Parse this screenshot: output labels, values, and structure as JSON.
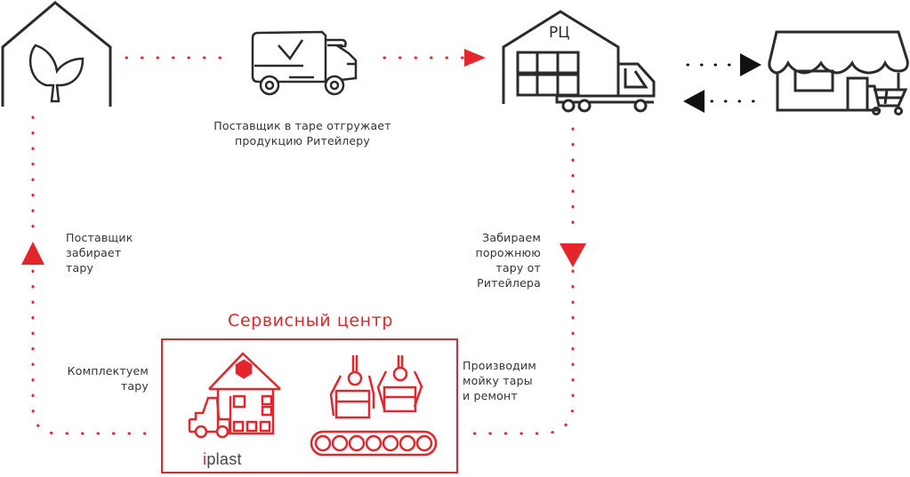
{
  "colors": {
    "accent": "#e3262b",
    "ink": "#2b2b2b",
    "text": "#333333"
  },
  "nodes": {
    "supplier": {
      "icon": "greenhouse-leaf-icon"
    },
    "delivery_truck": {
      "icon": "truck-checkmark-icon"
    },
    "distribution_center": {
      "icon": "warehouse-truck-icon",
      "label": "РЦ"
    },
    "store": {
      "icon": "store-cart-icon"
    }
  },
  "labels": {
    "ship_line1": "Поставщик в таре отгружает",
    "ship_line2": "продукцию Ритейлеру",
    "supplier_takes_line1": "Поставщик",
    "supplier_takes_line2": "забирает",
    "supplier_takes_line3": "тару",
    "collect_line1": "Забираем",
    "collect_line2": "порожнюю",
    "collect_line3": "тару от",
    "collect_line4": "Ритейлера",
    "assemble_line1": "Комплектуем",
    "assemble_line2": "тару",
    "wash_line1": "Производим",
    "wash_line2": "мойку тары",
    "wash_line3": "и ремонт"
  },
  "service_center": {
    "title": "Сервисный центр",
    "brand_i": "i",
    "brand_rest": "plast",
    "icons": [
      "warehouse-forklift-icon",
      "robot-arms-conveyor-icon"
    ]
  }
}
